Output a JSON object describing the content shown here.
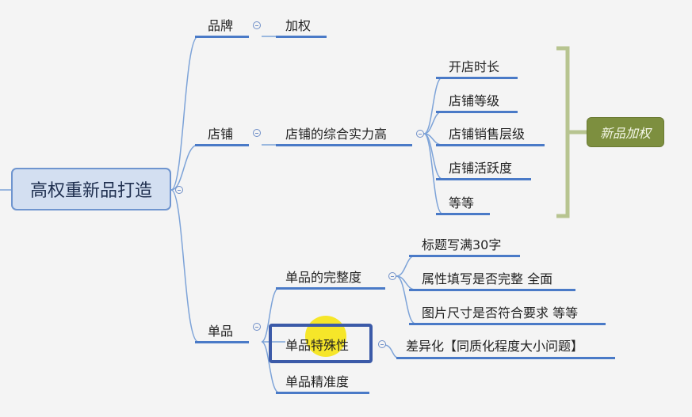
{
  "root": "高权重新品打造",
  "branches": {
    "brand": {
      "label": "品牌",
      "child": "加权"
    },
    "store": {
      "label": "店铺",
      "child": "店铺的综合实力高",
      "items": [
        "开店时长",
        "店铺等级",
        "店铺销售层级",
        "店铺活跃度",
        "等等"
      ],
      "tag": "新品加权"
    },
    "product": {
      "label": "单品",
      "completeness": {
        "label": "单品的完整度",
        "items": [
          "标题写满30字",
          "属性填写是否完整 全面",
          "图片尺寸是否符合要求 等等"
        ]
      },
      "special": {
        "label": "单品特殊性",
        "item": "差异化【同质化程度大小问题】"
      },
      "precision": {
        "label": "单品精准度"
      }
    }
  },
  "colors": {
    "link": "#7da3d8",
    "underline": "#4a7ac7",
    "tag": "#7d8f3f",
    "bracket": "#b7c490",
    "highlight": "#f6e40c",
    "highlight_box": "#3b5aa8"
  }
}
